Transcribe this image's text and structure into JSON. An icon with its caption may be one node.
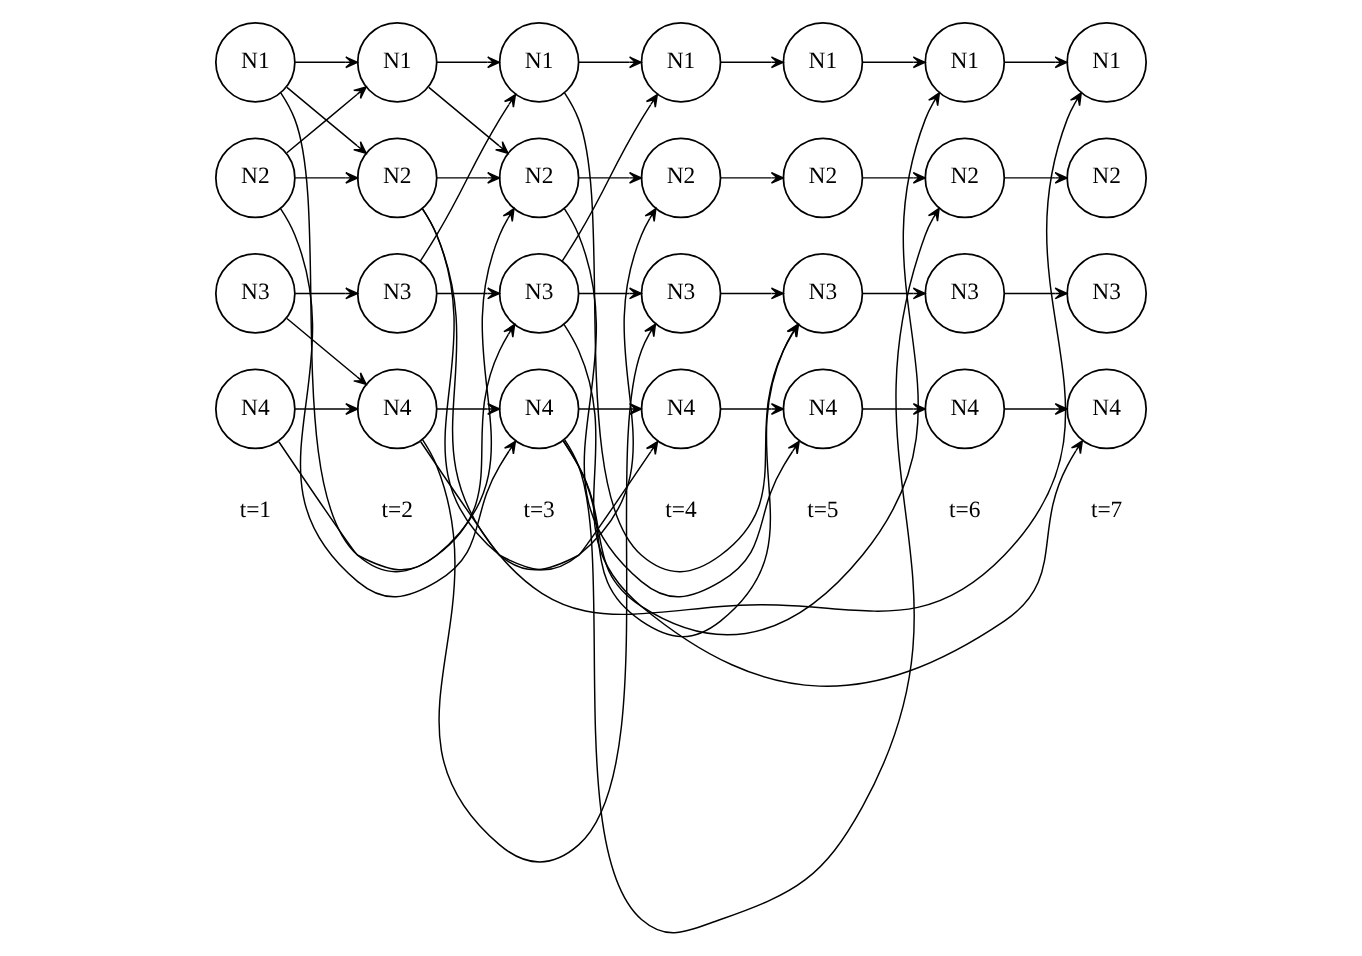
{
  "diagram": {
    "nodes": [
      {
        "text": [
          "N1"
        ]
      },
      {
        "text": [
          "N1"
        ]
      },
      {
        "text": [
          "N1"
        ]
      },
      {
        "text": [
          "N1"
        ]
      },
      {
        "text": [
          "N1"
        ]
      },
      {
        "text": [
          "N1"
        ]
      },
      {
        "text": [
          "N1"
        ]
      },
      {
        "text": [
          "N2"
        ]
      },
      {
        "text": [
          "N2"
        ]
      },
      {
        "text": [
          "N2"
        ]
      },
      {
        "text": [
          "N2"
        ]
      },
      {
        "text": [
          "N2"
        ]
      },
      {
        "text": [
          "N2"
        ]
      },
      {
        "text": [
          "N2"
        ]
      },
      {
        "text": [
          "N3"
        ]
      },
      {
        "text": [
          "N3"
        ]
      },
      {
        "text": [
          "N3"
        ]
      },
      {
        "text": [
          "N3"
        ]
      },
      {
        "text": [
          "N3"
        ]
      },
      {
        "text": [
          "N3"
        ]
      },
      {
        "text": [
          "N3"
        ]
      },
      {
        "text": [
          "N4"
        ]
      },
      {
        "text": [
          "N4"
        ]
      },
      {
        "text": [
          "N4"
        ]
      },
      {
        "text": [
          "N4"
        ]
      },
      {
        "text": [
          "N4"
        ]
      },
      {
        "text": [
          "N4"
        ]
      },
      {
        "text": [
          "N4"
        ]
      }
    ],
    "edges": [
      {
        "from": 0,
        "to": 1,
        "arrow": "to"
      },
      {
        "from": 1,
        "to": 2,
        "arrow": "to"
      },
      {
        "from": 2,
        "to": 3,
        "arrow": "to"
      },
      {
        "from": 3,
        "to": 4,
        "arrow": "to"
      },
      {
        "from": 4,
        "to": 5,
        "arrow": "to"
      },
      {
        "from": 5,
        "to": 6,
        "arrow": "to"
      },
      {
        "from": 7,
        "to": 8,
        "arrow": "to"
      },
      {
        "from": 8,
        "to": 9,
        "arrow": "to"
      },
      {
        "from": 9,
        "to": 10,
        "arrow": "to"
      },
      {
        "from": 10,
        "to": 11,
        "arrow": "to"
      },
      {
        "from": 11,
        "to": 12,
        "arrow": "to"
      },
      {
        "from": 12,
        "to": 13,
        "arrow": "to"
      },
      {
        "from": 14,
        "to": 15,
        "arrow": "to"
      },
      {
        "from": 15,
        "to": 16,
        "arrow": "to"
      },
      {
        "from": 16,
        "to": 17,
        "arrow": "to"
      },
      {
        "from": 17,
        "to": 18,
        "arrow": "to"
      },
      {
        "from": 18,
        "to": 19,
        "arrow": "to"
      },
      {
        "from": 19,
        "to": 20,
        "arrow": "to"
      },
      {
        "from": 21,
        "to": 22,
        "arrow": "to"
      },
      {
        "from": 22,
        "to": 23,
        "arrow": "to"
      },
      {
        "from": 23,
        "to": 24,
        "arrow": "to"
      },
      {
        "from": 24,
        "to": 25,
        "arrow": "to"
      },
      {
        "from": 25,
        "to": 26,
        "arrow": "to"
      },
      {
        "from": 26,
        "to": 27,
        "arrow": "to"
      },
      {
        "from": 0,
        "to": 8,
        "arrow": "to"
      },
      {
        "from": 0,
        "to": 16,
        "arrow": "to"
      },
      {
        "from": 7,
        "to": 1,
        "arrow": "to"
      },
      {
        "from": 7,
        "to": 23,
        "arrow": "to"
      },
      {
        "from": 1,
        "to": 9,
        "arrow": "to"
      },
      {
        "from": 8,
        "to": 6,
        "arrow": "to"
      },
      {
        "from": 8,
        "to": 24,
        "arrow": "to"
      },
      {
        "from": 14,
        "to": 22,
        "arrow": "to"
      },
      {
        "from": 21,
        "to": 9,
        "arrow": "to"
      },
      {
        "from": 15,
        "to": 2,
        "arrow": "to"
      },
      {
        "from": 2,
        "to": 18,
        "arrow": "to"
      },
      {
        "from": 9,
        "to": 25,
        "arrow": "to"
      },
      {
        "from": 16,
        "to": 3,
        "arrow": "to"
      },
      {
        "from": 16,
        "to": 27,
        "arrow": "to"
      },
      {
        "from": 22,
        "to": 10,
        "arrow": "to"
      },
      {
        "from": 22,
        "to": 17,
        "arrow": "to"
      },
      {
        "from": 23,
        "to": 5,
        "arrow": "to"
      },
      {
        "from": 23,
        "to": 12,
        "arrow": "to"
      },
      {
        "from": 23,
        "to": 18,
        "arrow": "to"
      }
    ],
    "labels": [
      "t=1",
      "t=2",
      "t=3",
      "t=4",
      "t=5",
      "t=6",
      "t=7"
    ]
  }
}
